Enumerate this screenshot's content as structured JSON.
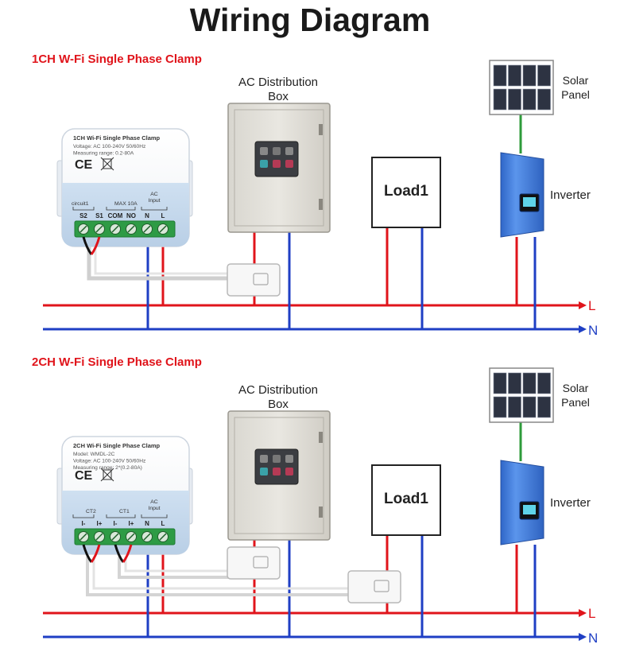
{
  "title": "Wiring Diagram",
  "colors": {
    "live": "#e0141b",
    "neutral": "#1f3fc4",
    "ground": "#2e9b3a",
    "accent": "#e0141b",
    "inverter": "#3d7fe0"
  },
  "sections": [
    {
      "heading": "1CH W-Fi Single Phase Clamp",
      "device": {
        "name": "1CH Wi-Fi Single Phase Clamp",
        "specs": [
          "Voltage: AC 100-240V 50/60Hz",
          "Measuring range: 0.2-80A"
        ],
        "group_labels": [
          "circuit1",
          "MAX 10A",
          "AC Input"
        ],
        "terminals": [
          "S2",
          "S1",
          "COM",
          "NO",
          "N",
          "L"
        ]
      },
      "distribution_box": "AC Distribution Box",
      "load": "Load1",
      "solar_panel": "Solar Panel",
      "inverter": "Inverter",
      "line_l": "L",
      "line_n": "N"
    },
    {
      "heading": "2CH W-Fi Single Phase Clamp",
      "device": {
        "name": "2CH Wi-Fi Single Phase Clamp",
        "specs": [
          "Model: WMDL-2C",
          "Voltage: AC 100-240V 50/60Hz",
          "Measuring range: 2*(0.2-80A)"
        ],
        "group_labels": [
          "CT2",
          "CT1",
          "AC Input"
        ],
        "terminals": [
          "I-",
          "I+",
          "I-",
          "I+",
          "N",
          "L"
        ]
      },
      "distribution_box": "AC Distribution Box",
      "load": "Load1",
      "solar_panel": "Solar Panel",
      "inverter": "Inverter",
      "line_l": "L",
      "line_n": "N"
    }
  ]
}
